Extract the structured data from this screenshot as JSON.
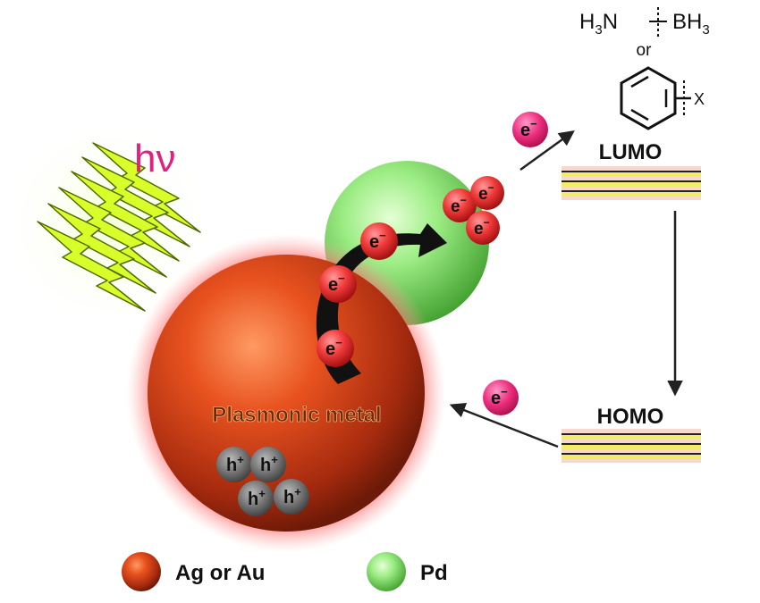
{
  "light": {
    "symbol": "hν"
  },
  "electron": {
    "base": "e",
    "sup": "−"
  },
  "hole": {
    "base": "h",
    "sup": "+"
  },
  "plasmonic_label": "Plasmonic metal",
  "levels": {
    "lumo": "LUMO",
    "homo": "HOMO"
  },
  "substrates": {
    "borane": {
      "left_base": "H",
      "left_sub": "3",
      "left_tail": "N",
      "right_base": "BH",
      "right_sub": "3"
    },
    "or_label": "or",
    "aryl_substituent": "X"
  },
  "legend": {
    "ag_au": "Ag or Au",
    "pd": "Pd"
  },
  "colors": {
    "metal_core": "#d9401a",
    "pd": "#8fe07a",
    "electron": "#e8206e",
    "lightning": "#d8ff2a",
    "band_yellow": "#f3ec6a",
    "band_pink": "#f2b7a8"
  }
}
